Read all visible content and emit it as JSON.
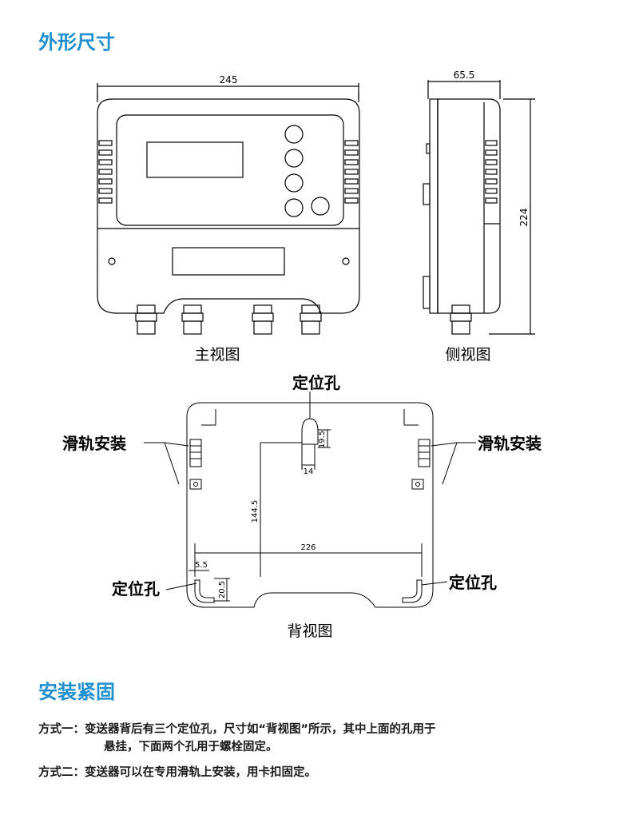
{
  "colors": {
    "heading": "#1f8fd0",
    "text": "#1a1a1a",
    "line": "#000000"
  },
  "section1": {
    "title": "外形尺寸"
  },
  "section2": {
    "title": "安装紧固"
  },
  "drawing": {
    "front": {
      "label": "主视图",
      "width_dim": "245"
    },
    "side": {
      "label": "侧视图",
      "depth_dim": "65.5",
      "height_dim": "224"
    },
    "back": {
      "label": "背视图",
      "callout_top": "定位孔",
      "callout_rail_left": "滑轨安装",
      "callout_rail_right": "滑轨安装",
      "callout_bottom_left": "定位孔",
      "callout_bottom_right": "定位孔",
      "dim_hole_h": "19.5",
      "dim_hole_w": "14",
      "dim_vertical": "144.5",
      "dim_horizontal": "226",
      "dim_small_w": "5.5",
      "dim_small_h": "20.5"
    }
  },
  "methods": [
    {
      "tag": "方式一：",
      "line1": "变送器背后有三个定位孔，尺寸如“背视图”所示，其中上面的孔用于",
      "line2": "悬挂，下面两个孔用于螺栓固定。"
    },
    {
      "tag": "方式二：",
      "line1": "变送器可以在专用滑轨上安装，用卡扣固定。"
    }
  ]
}
